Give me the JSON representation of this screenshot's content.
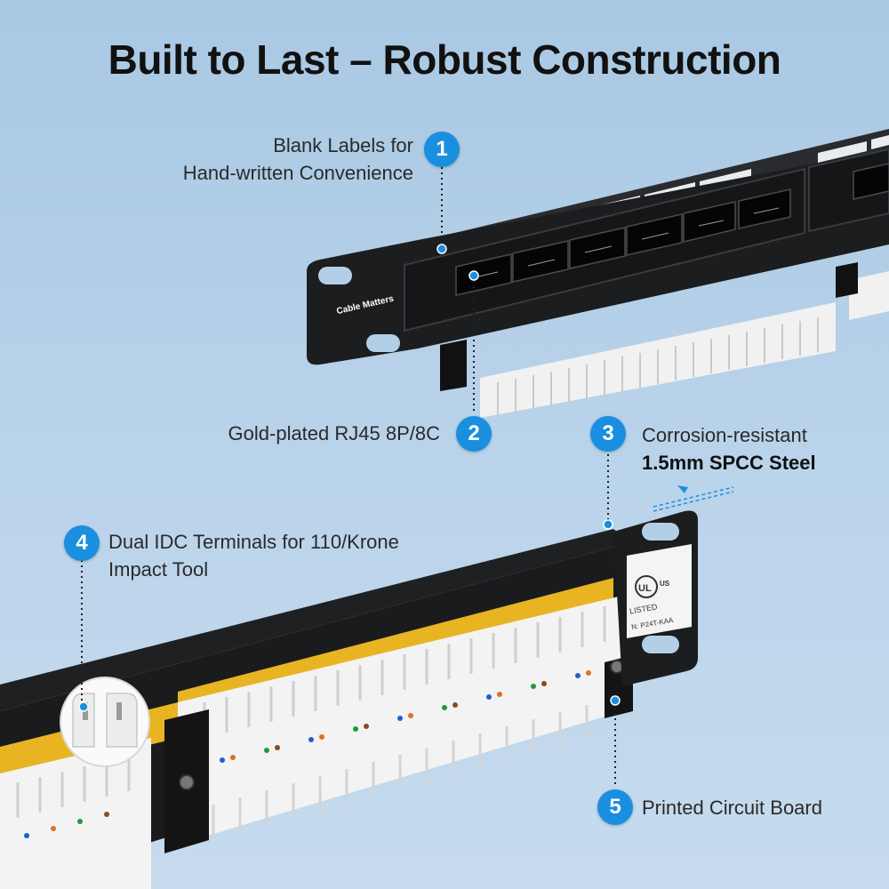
{
  "title": "Built to Last – Robust Construction",
  "callouts": [
    {
      "number": "1",
      "lines": [
        "Blank Labels for",
        "Hand-written Convenience"
      ]
    },
    {
      "number": "2",
      "lines": [
        "Gold-plated RJ45 8P/8C"
      ]
    },
    {
      "number": "3",
      "lines": [
        "Corrosion-resistant",
        "1.5mm SPCC Steel"
      ]
    },
    {
      "number": "4",
      "lines": [
        "Dual IDC Terminals for 110/Krone",
        "Impact Tool"
      ]
    },
    {
      "number": "5",
      "lines": [
        "Printed Circuit Board"
      ]
    }
  ],
  "brand_logo": "Cable Matters",
  "cert": {
    "mark": "UL",
    "region": "US",
    "status": "LISTED",
    "model": "N: P24T-KAA"
  },
  "colors": {
    "badge": "#1a8fe0",
    "panel": "#1c1d1f",
    "background": "#b3cfe8",
    "idc_yellow": "#e8b422"
  }
}
